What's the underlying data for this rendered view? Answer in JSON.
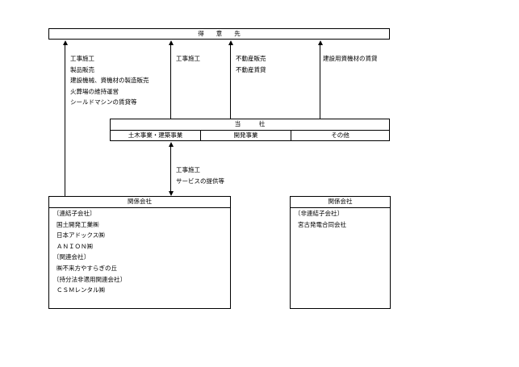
{
  "customers": {
    "label": "得　　意　　先"
  },
  "company": {
    "label": "当　　　社",
    "segments": [
      "土木事業・建築事業",
      "開発事業",
      "その他"
    ]
  },
  "flows_up": [
    {
      "lines": [
        "工事施工",
        "製品販売",
        "建設機械、資機材の製造販売",
        "火葬場の維持運営",
        "シールドマシンの賃貸等"
      ]
    },
    {
      "lines": [
        "工事施工"
      ]
    },
    {
      "lines": [
        "不動産販売",
        "不動産賃貸"
      ]
    },
    {
      "lines": [
        "建設用資機材の賃貸"
      ]
    }
  ],
  "flow_down": {
    "lines": [
      "工事施工",
      "サービスの提供等"
    ]
  },
  "related_left": {
    "title": "関係会社",
    "lines": [
      "〔連結子会社〕",
      "国土開発工業㈱",
      "日本アドックス㈱",
      "ＡＮＩＯＮ㈱",
      "〔関連会社〕",
      "㈱不来方やすらぎの丘",
      "〔持分法非適用関連会社〕",
      "ＣＳＭレンタル㈱"
    ]
  },
  "related_right": {
    "title": "関係会社",
    "lines": [
      "〔非連結子会社〕",
      "宮古発電合同会社"
    ]
  }
}
